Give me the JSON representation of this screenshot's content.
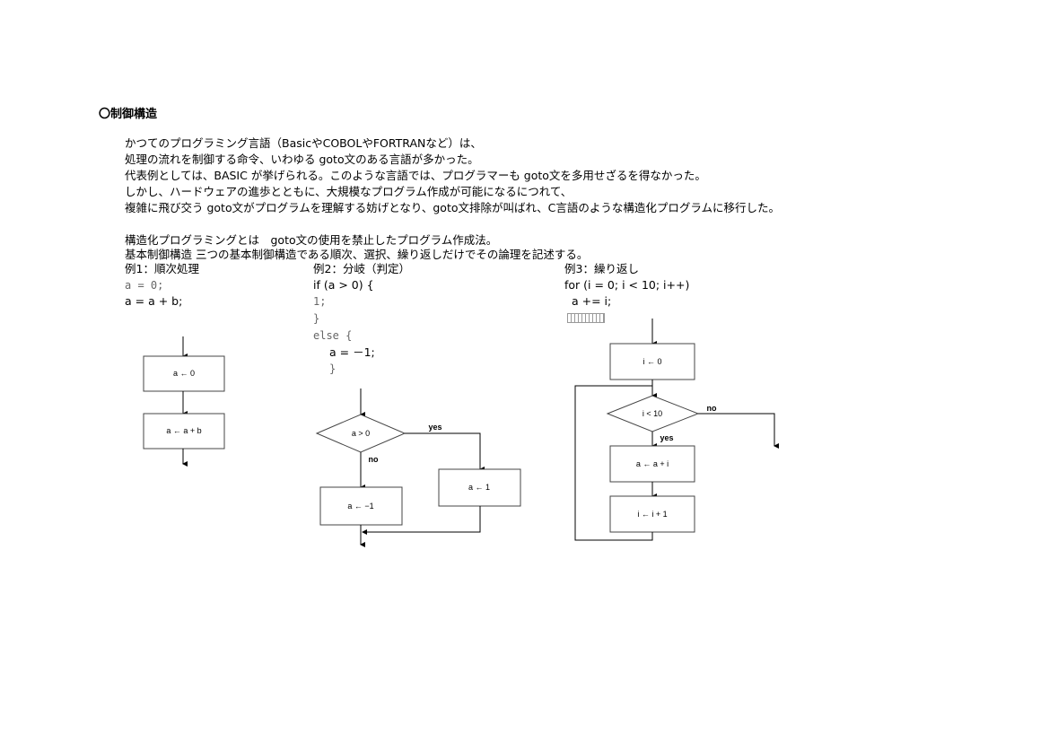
{
  "heading": "〇制御構造",
  "paragraph": [
    "かつてのプログラミング言語（BasicやCOBOLやFORTRANなど）は、",
    "処理の流れを制御する命令、いわゆる goto文のある言語が多かった。",
    "代表例としては、BASIC が挙げられる。このような言語では、プログラマーも goto文を多用せざるを得なかった。",
    "しかし、ハードウェアの進歩とともに、大規模なプログラム作成が可能になるにつれて、",
    "複雑に飛び交う goto文がプログラムを理解する妨げとなり、goto文排除が叫ばれ、C言語のような構造化プログラムに移行した。"
  ],
  "structured": [
    "構造化プログラミングとは　goto文の使用を禁止したプログラム作成法。",
    "基本制御構造 三つの基本制御構造である順次、選択、繰り返しだけでその論理を記述する。"
  ],
  "examples": [
    {
      "title": "例1：順次処理",
      "code": [
        "a = 0;",
        "a = a + b;"
      ],
      "flow": {
        "box1": "a ← 0",
        "box2": "a ← a + b"
      }
    },
    {
      "title": "例2：分岐（判定）",
      "code": [
        "if (a > 0) {",
        "1;",
        "}",
        "else {",
        "a = －1;",
        "}"
      ],
      "flow": {
        "cond": "a > 0",
        "yes": "yes",
        "no": "no",
        "yes_box": "a ← 1",
        "no_box": "a ← −1"
      }
    },
    {
      "title": "例3：繰り返し",
      "code": [
        "for (i = 0; i < 10; i++)",
        "a += i;"
      ],
      "flow": {
        "init": "i ← 0",
        "cond": "i < 10",
        "yes": "yes",
        "no": "no",
        "body": "a ← a + i",
        "inc": "i ← i + 1"
      }
    }
  ]
}
